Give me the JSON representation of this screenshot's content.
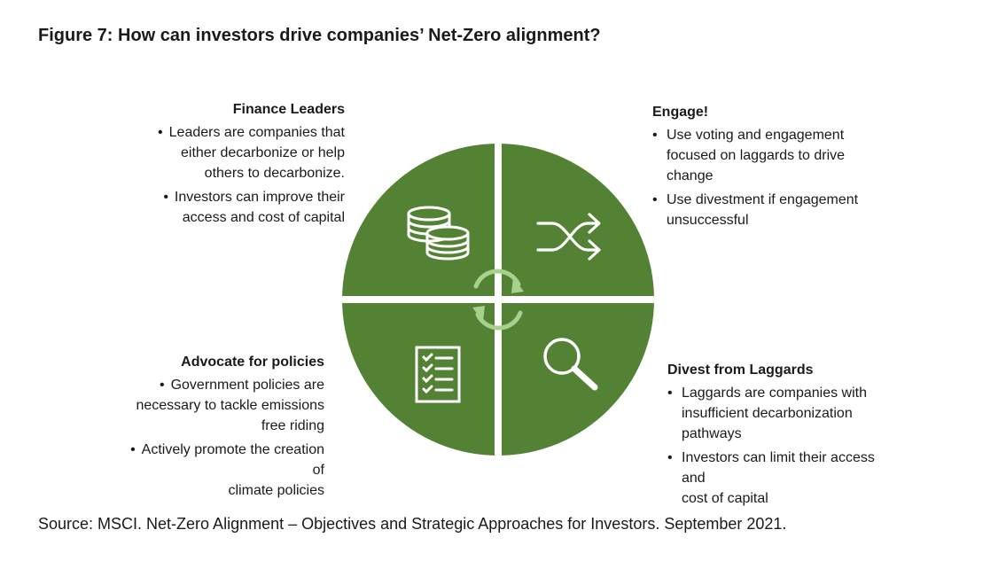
{
  "title": "Figure 7: How can investors drive companies’ Net-Zero alignment?",
  "source": "Source: MSCI. Net-Zero Alignment – Objectives and Strategic Approaches for Investors. September 2021.",
  "colors": {
    "quadrant": "#548235",
    "divider": "#ffffff",
    "arrow": "#a9d18e"
  },
  "quadrants": {
    "finance": {
      "icon": "coins-icon"
    },
    "engage": {
      "icon": "shuffle-icon"
    },
    "advocate": {
      "icon": "checklist-icon"
    },
    "divest": {
      "icon": "magnifier-icon"
    }
  },
  "blocks": {
    "finance": {
      "heading": "Finance Leaders",
      "bullets": [
        [
          "Leaders are companies that",
          "either decarbonize or help",
          "others to decarbonize."
        ],
        [
          "Investors can improve their",
          "access and cost of capital"
        ]
      ]
    },
    "engage": {
      "heading": "Engage!",
      "bullets": [
        [
          "Use voting and engagement",
          "focused on laggards to drive",
          "change"
        ],
        [
          "Use divestment if engagement",
          "unsuccessful"
        ]
      ]
    },
    "advocate": {
      "heading": "Advocate for policies",
      "bullets": [
        [
          "Government policies are",
          "necessary to tackle emissions",
          "free riding"
        ],
        [
          "Actively promote the creation of",
          "climate policies"
        ]
      ]
    },
    "divest": {
      "heading": "Divest from Laggards",
      "bullets": [
        [
          "Laggards are companies with",
          "insufficient decarbonization",
          "pathways"
        ],
        [
          "Investors can limit their access and",
          "cost of capital"
        ]
      ]
    }
  }
}
